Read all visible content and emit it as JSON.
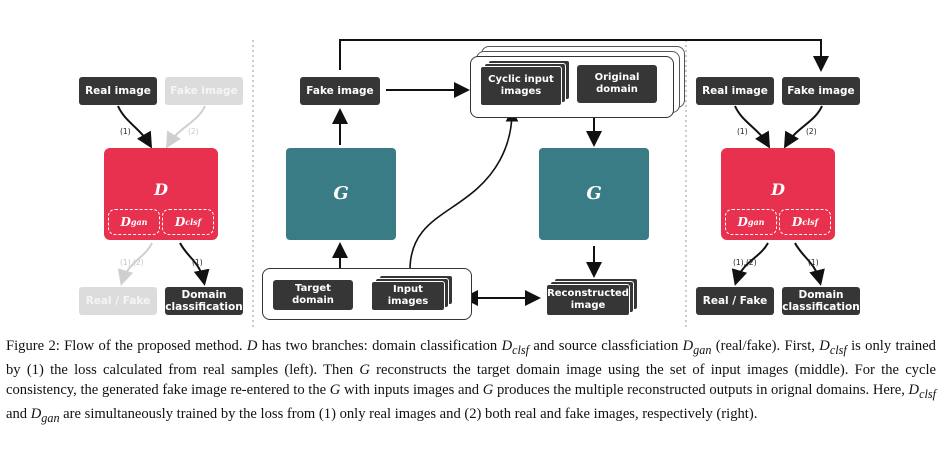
{
  "left": {
    "real_image": "Real image",
    "fake_image": "Fake image",
    "d_label": "D",
    "d_gan": "D",
    "d_gan_sub": "gan",
    "d_clsf": "D",
    "d_clsf_sub": "clsf",
    "path1_top": "(1)",
    "path2_top": "(2)",
    "path_bottom_left": "(1),(2)",
    "path_bottom_right": "(1)",
    "real_fake": "Real / Fake",
    "domain_classification": "Domain classification"
  },
  "middle": {
    "fake_image": "Fake image",
    "g_left": "G",
    "g_right": "G",
    "cyclic_input_images": "Cyclic input images",
    "original_domain": "Original domain",
    "target_domain": "Target domain",
    "input_images": "Input images",
    "reconstructed_image": "Reconstructed image"
  },
  "right": {
    "real_image": "Real image",
    "fake_image": "Fake image",
    "d_label": "D",
    "d_gan": "D",
    "d_gan_sub": "gan",
    "d_clsf": "D",
    "d_clsf_sub": "clsf",
    "path1_top": "(1)",
    "path2_top": "(2)",
    "path_bottom_left": "(1),(2)",
    "path_bottom_right": "(1)",
    "real_fake": "Real / Fake",
    "domain_classification": "Domain classification"
  },
  "caption": {
    "p1": "Figure 2: Flow of the proposed method.",
    "s1": "D",
    "p2": "has two branches: domain classification",
    "s2": "D",
    "s2sub": "clsf",
    "p3": "and source classficiation",
    "s3": "D",
    "s3sub": "gan",
    "p4": "(real/fake).  First,",
    "s4": "D",
    "s4sub": "clsf",
    "p5": "is only trained by (1) the loss calculated from real samples (left).  Then",
    "s5": "G",
    "p6": "reconstructs the target domain image using the set of input images (middle). For the cycle consistency, the generated fake image re-entered to the",
    "s6": "G",
    "p7": "with inputs images and",
    "s7": "G",
    "p8": "produces the multiple reconstructed outputs in orignal domains.  Here,",
    "s8": "D",
    "s8sub": "clsf",
    "p9": "and",
    "s9": "D",
    "s9sub": "gan",
    "p10": "are simultaneously trained by the loss from (1) only real images and (2) both real and fake images, respectively (right)."
  }
}
